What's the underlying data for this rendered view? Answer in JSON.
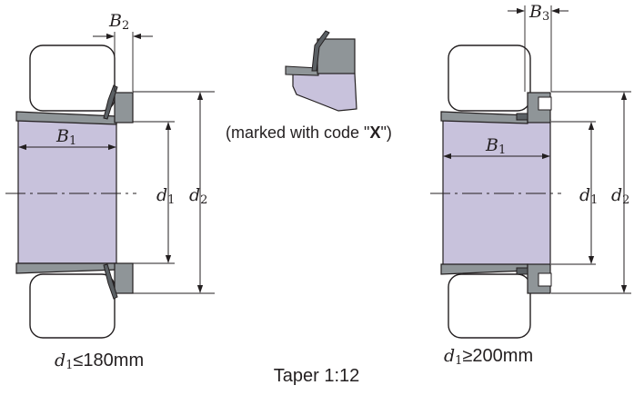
{
  "colors": {
    "sleeve_fill": "#c8c2dc",
    "steel_fill": "#8f9598",
    "steel_dark": "#5b6064",
    "outline": "#231f20",
    "background": "#ffffff"
  },
  "left_assembly": {
    "dims": {
      "B2": "B",
      "B2_sub": "2",
      "B1": "B",
      "B1_sub": "1",
      "d1": "d",
      "d1_sub": "1",
      "d2": "d",
      "d2_sub": "2"
    },
    "caption": {
      "sym": "d",
      "sub": "1",
      "text": "≤180mm"
    }
  },
  "right_assembly": {
    "dims": {
      "B3": "B",
      "B3_sub": "3",
      "B1": "B",
      "B1_sub": "1",
      "d1": "d",
      "d1_sub": "1",
      "d2": "d",
      "d2_sub": "2"
    },
    "caption": {
      "sym": "d",
      "sub": "1",
      "text": "≥200mm"
    }
  },
  "detail": {
    "note_before": "(marked with code \"",
    "note_code": "X",
    "note_after": "\")"
  },
  "footer": {
    "taper": "Taper 1:12"
  }
}
